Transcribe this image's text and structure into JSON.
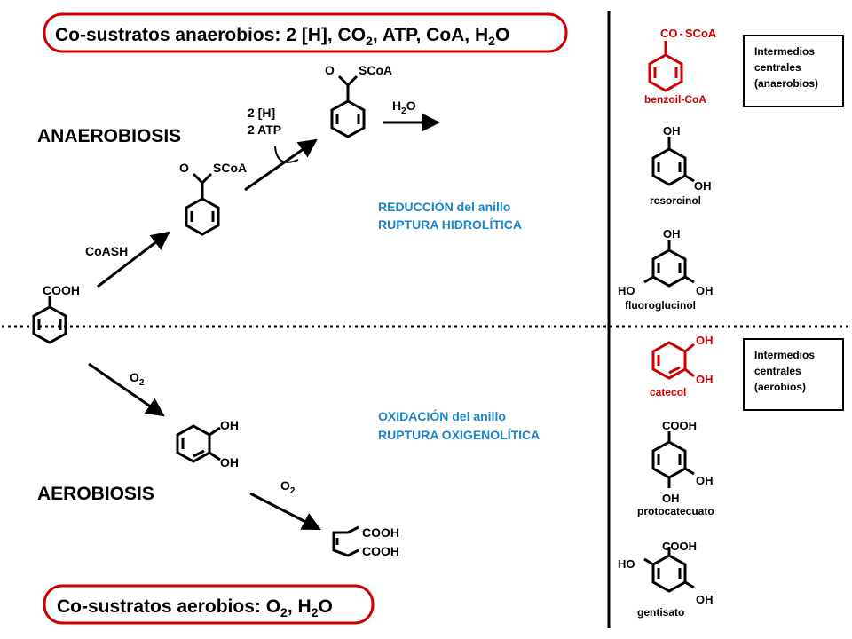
{
  "banners": {
    "anaerobic": {
      "text": "Co-sustratos anaerobios: 2 [H], CO",
      "sub1": "2",
      "mid": ", ATP, CoA, H",
      "sub2": "2",
      "end": "O"
    },
    "aerobic": {
      "text": "Co-sustratos aerobios: O",
      "sub1": "2",
      "mid": ", H",
      "sub2": "2",
      "end": "O"
    }
  },
  "sections": {
    "anaerobic": "ANAEROBIOSIS",
    "aerobic": "AEROBIOSIS"
  },
  "labels": {
    "cooh": "COOH",
    "coash": "CoASH",
    "o": "O",
    "scoa": "SCoA",
    "h2": "2 [H]",
    "atp": "2 ATP",
    "h2o_h": "H",
    "h2o_sub": "2",
    "h2o_o": "O",
    "o2_o": "O",
    "o2_sub": "2",
    "oh": "OH",
    "ho": "HO",
    "co": "CO",
    "scoa_dash": "SCoA"
  },
  "process": {
    "red_line1": "REDUCCIÓN del anillo",
    "red_line2": "RUPTURA HIDROLÍTICA",
    "ox_line1": "OXIDACIÓN del anillo",
    "ox_line2": "RUPTURA OXIGENOLÍTICA"
  },
  "intermediates": {
    "benzoyl": "benzoil-CoA",
    "resorcinol": "resorcinol",
    "phloroglucinol": "fluoroglucinol",
    "catechol": "catecol",
    "protocatechuate": "protocatecuato",
    "gentisate": "gentisato"
  },
  "boxes": {
    "anaerobic": [
      "Intermedios",
      "centrales",
      "(anaerobios)"
    ],
    "aerobic": [
      "Intermedios",
      "centrales",
      "(aerobios)"
    ]
  },
  "colors": {
    "red": "#cc0000",
    "blue": "#1a86c8",
    "black": "#000000"
  }
}
